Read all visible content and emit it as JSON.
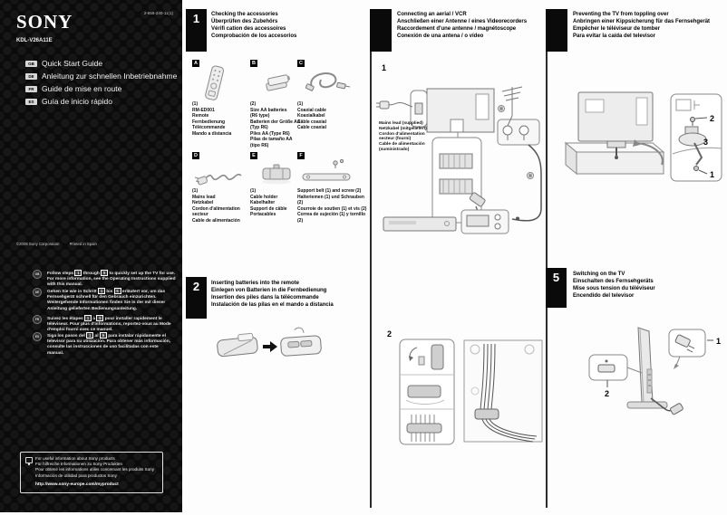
{
  "left_panel": {
    "brand": "SONY",
    "doc_number": "2-659-240-11(1)",
    "model": "KDL-V26A11E",
    "languages": [
      {
        "code": "GB",
        "title": "Quick Start Guide"
      },
      {
        "code": "DE",
        "title": "Anleitung zur schnellen Inbetriebnahme"
      },
      {
        "code": "FR",
        "title": "Guide de mise en route"
      },
      {
        "code": "ES",
        "title": "Guía de inicio rápido"
      }
    ],
    "copyright": "©2005 Sony Corporation",
    "printed_in": "Printed in Spain",
    "notes": [
      {
        "code": "GB",
        "pre": "Follow steps ",
        "step_a": "1",
        "mid": " through ",
        "step_b": "5",
        "post": " to quickly set up the TV for use.",
        "rest": "For more information, see the Operating Instructions supplied with this manual."
      },
      {
        "code": "DE",
        "pre": "Gehen Sie wie in Schritt ",
        "step_a": "1",
        "mid": " bis ",
        "step_b": "5",
        "post": " erläutert vor, um das Fernsehgerät schnell für den Gebrauch einzurichten.",
        "rest": "Weitergehende Informationen finden Sie in der mit dieser Anleitung gelieferten Bedienungsanleitung."
      },
      {
        "code": "FR",
        "pre": "Suivez les étapes ",
        "step_a": "1",
        "mid": " à ",
        "step_b": "5",
        "post": " pour installer rapidement le téléviseur.",
        "rest": "Pour plus d'informations, reportez-vous au Mode d'emploi fourni avec ce manuel."
      },
      {
        "code": "ES",
        "pre": "Siga los pasos del ",
        "step_a": "1",
        "mid": " al ",
        "step_b": "5",
        "post": " para instalar rápidamente el televisor para su utilización.",
        "rest": "Para obtener más información, consulte las instrucciones de uso facilitadas con este manual."
      }
    ],
    "info_box": {
      "lines": "For useful information about Sony products\nFür hilfreiche Informationen zu Sony Produkten\nPour obtenir les informations utiles concernant les produits Sony\nInformación de utilidad para productos Sony",
      "url": "http://www.sony-europe.com/myproduct"
    }
  },
  "steps": {
    "step1": {
      "number": "1",
      "title": "Checking the accessories\nÜberprüfen des Zubehörs\nVérifi cation des accessoires\nComprobación de los accesorios",
      "accessories": [
        {
          "badge": "A",
          "caption": "(1)\nRM-ED001\nRemote\nFernbedienung\nTélécommande\nMando a distancia"
        },
        {
          "badge": "B",
          "caption": "(2)\nSize AA batteries\n(R6 type)\nBatterien der Größe AA\n(Typ R6)\nPiles AA (Type R6)\nPilas de tamaño AA\n(tipo R6)"
        },
        {
          "badge": "C",
          "caption": "(1)\nCoaxial cable\nKoaxialkabel\nCâble coaxial\nCable coaxial"
        },
        {
          "badge": "D",
          "caption": "(1)\nMains lead\nNetzkabel\nCordon d'alimentation\nsecteur\nCable de alimentación"
        },
        {
          "badge": "E",
          "caption": "(1)\nCable holder\nKabelhalter\nSupport de câble\nPortacables"
        },
        {
          "badge": "F",
          "caption": "Support belt (1) and screw (2)\nHalteriemen (1) und Schrauben (2)\nCourroie de soutien (1) et vis (2)\nCorrea de sujeción (1) y tornillo (2)"
        }
      ]
    },
    "step2": {
      "number": "2",
      "title": "Inserting batteries into the remote\nEinlegen von Batterien in die Fernbedienung\nInsertion des piles dans la télécommande\nInstalación de las pilas en el mando a distancia"
    },
    "step3": {
      "number": "",
      "title": "Connecting an aerial / VCR\nAnschließen einer Antenne / eines Videorecorders\nRaccordement d'une antenne / magnétoscope\nConexión de una antena / o vídeo",
      "substep1": "1",
      "substep2": "2",
      "mains_label": "Mains lead (supplied)\nNetzkabel (mitgeliefert)\nCordon d'alimentation\nsecteur (fourni)\nCable de alimentación\n(suministrado)"
    },
    "step4": {
      "number": "",
      "title": "Preventing the TV from toppling over\nAnbringen einer Kippsicherung für das Fernsehgerät\nEmpêcher le téléviseur de tomber\nPara evitar la caída del televisor",
      "labels": {
        "l1": "1",
        "l2": "2",
        "l3": "3"
      }
    },
    "step5": {
      "number": "5",
      "title": "Switching on the TV\nEinschalten des Fernsehgeräts\nMise sous tension du téléviseur\nEncendido del televisor",
      "labels": {
        "l1": "1",
        "l2": "2"
      }
    }
  }
}
